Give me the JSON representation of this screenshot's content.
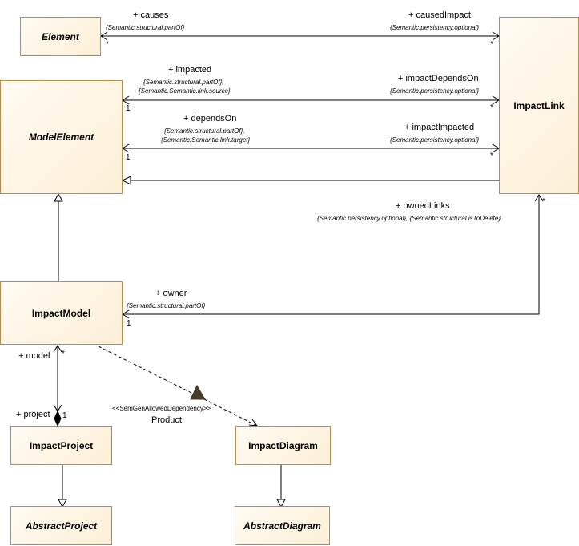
{
  "classes": {
    "element": "Element",
    "model_element": "ModelElement",
    "impact_link": "ImpactLink",
    "impact_model": "ImpactModel",
    "impact_project": "ImpactProject",
    "impact_diagram": "ImpactDiagram",
    "abstract_project": "AbstractProject",
    "abstract_diagram": "AbstractDiagram"
  },
  "associations": {
    "causes": {
      "name": "+ causes",
      "constraint": "{Semantic.structural.partOf}",
      "mult": "*",
      "target_name": "+ causedImpact",
      "target_constraint": "{Semantic.persistency.optional}",
      "target_mult": "*"
    },
    "impacted": {
      "name": "+ impacted",
      "constraint_1": "{Semantic.structural.partOf},",
      "constraint_2": "{Semantic.Semantic.link.source}",
      "mult": "1",
      "target_name": "+ impactDependsOn",
      "target_constraint": "{Semantic.persistency.optional}",
      "target_mult": "*"
    },
    "depends_on": {
      "name": "+ dependsOn",
      "constraint_1": "{Semantic.structural.partOf},",
      "constraint_2": "{Semantic.Semantic.link.target}",
      "mult": "1",
      "target_name": "+ impactImpacted",
      "target_constraint": "{Semantic.persistency.optional}",
      "target_mult": "*"
    },
    "owned_links": {
      "name": "+ ownedLinks",
      "constraint": "{Semantic.persistency.optional}, {Semantic.structural.isToDelete}",
      "mult": "*"
    },
    "owner": {
      "name": "+ owner",
      "constraint": "{Semantic.structural.partOf}",
      "mult": "1"
    },
    "model": {
      "name": "+ model",
      "mult": "*"
    },
    "project": {
      "name": "+ project",
      "mult": "1"
    }
  },
  "dependency": {
    "stereotype": "<<SemGenAllowedDependency>>",
    "name": "Product"
  }
}
